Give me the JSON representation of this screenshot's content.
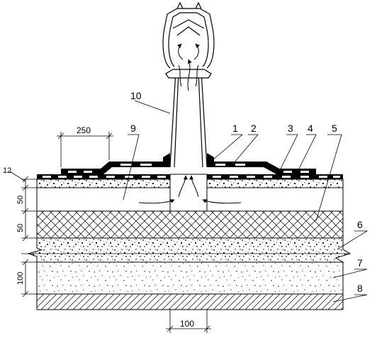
{
  "callouts": [
    "1",
    "2",
    "3",
    "4",
    "5",
    "6",
    "7",
    "8",
    "9",
    "10"
  ],
  "dimensions": {
    "top_overlap": "250",
    "bottom_width": "100",
    "layer_12": "12",
    "layer_50_upper": "50",
    "layer_50_lower": "50",
    "layer_100": "100"
  }
}
